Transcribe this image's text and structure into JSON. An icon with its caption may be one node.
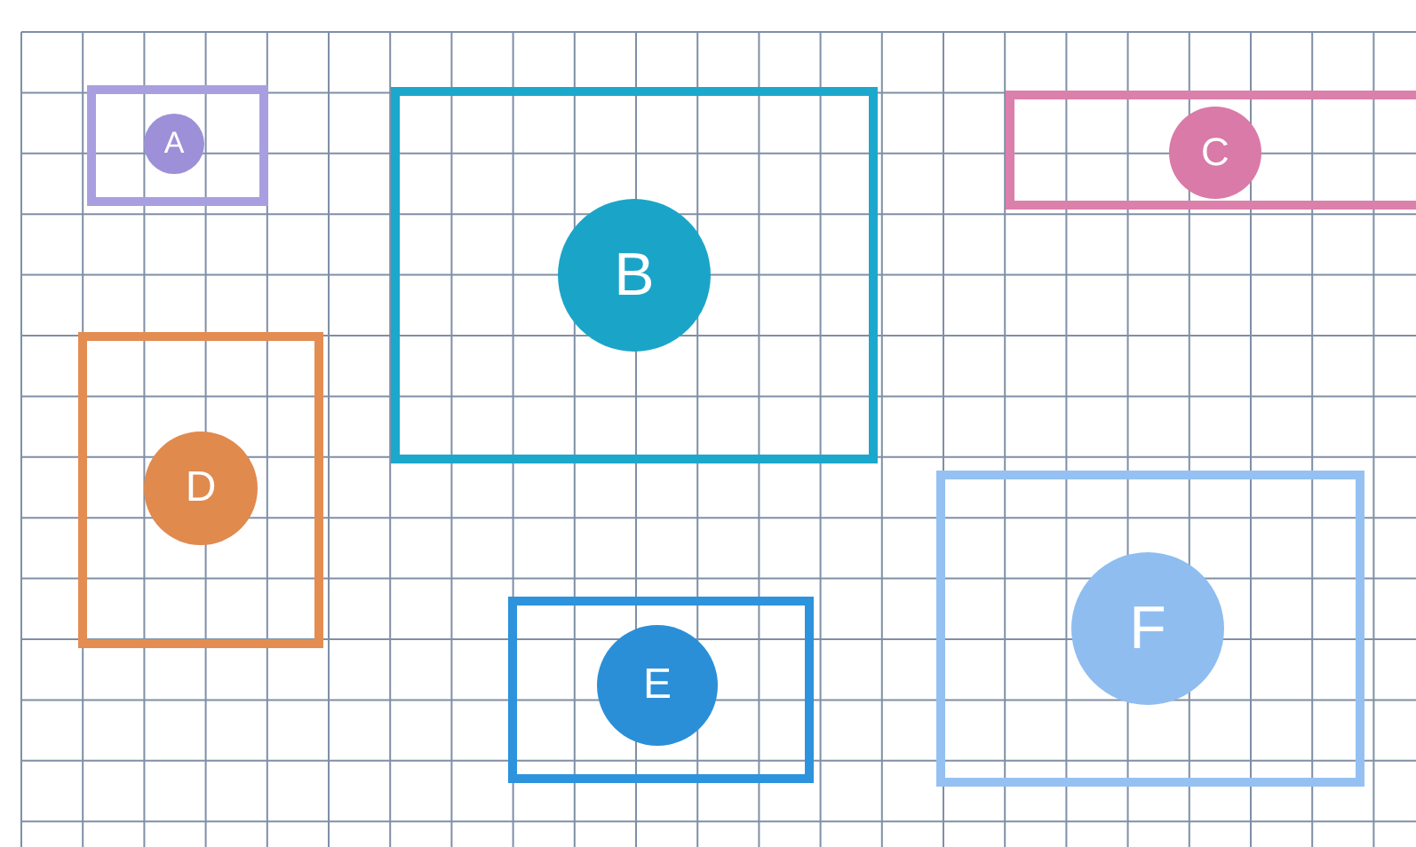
{
  "diagram": {
    "nodes": [
      {
        "text": [],
        "shape": "box"
      },
      {
        "text": [
          "A"
        ],
        "in": 0
      },
      {
        "text": [],
        "shape": "box"
      },
      {
        "text": [
          "B"
        ],
        "in": 2
      },
      {
        "text": [],
        "shape": "box"
      },
      {
        "text": [
          "C"
        ],
        "in": 4
      },
      {
        "text": [],
        "shape": "box"
      },
      {
        "text": [
          "D"
        ],
        "in": 6
      },
      {
        "text": [],
        "shape": "box"
      },
      {
        "text": [
          "E"
        ],
        "in": 8
      },
      {
        "text": [],
        "shape": "box"
      },
      {
        "text": [
          "F"
        ],
        "in": 10
      }
    ]
  }
}
